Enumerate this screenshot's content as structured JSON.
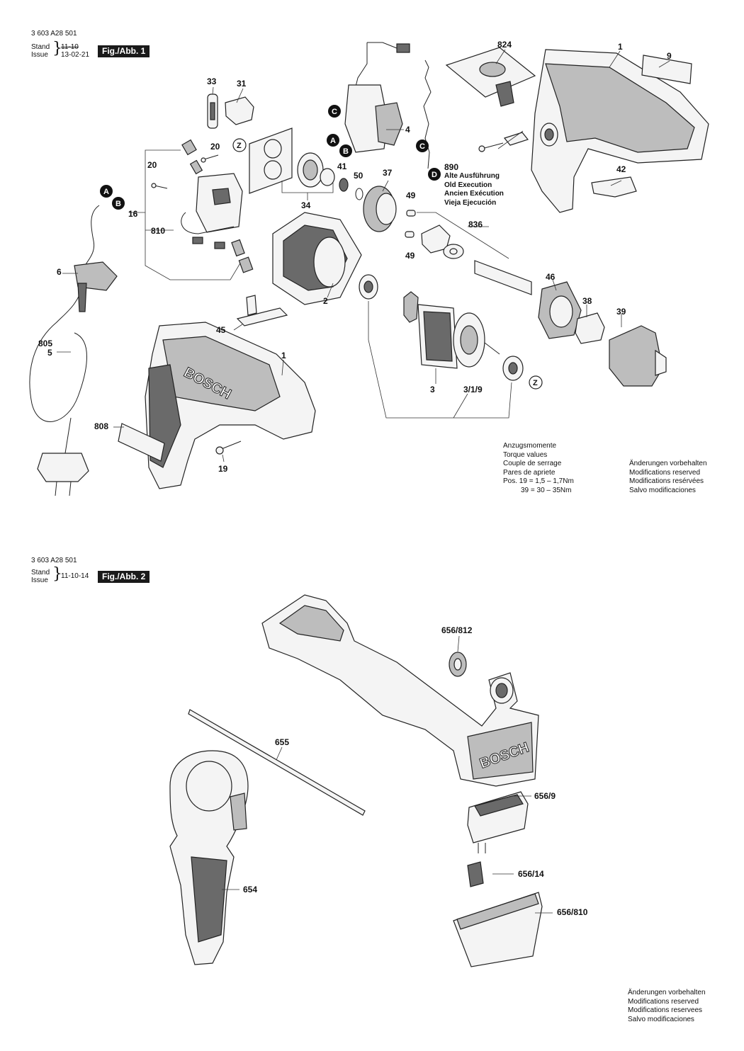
{
  "fig1": {
    "doc_number": "3 603 A28 501",
    "stand_label": "Stand",
    "issue_label": "Issue",
    "stand_date": "11-10",
    "issue_date": "13-02-21",
    "title": "Fig./Abb. 1",
    "old_execution": [
      "Alte Ausführung",
      "Old Execution",
      "Ancien Exécution",
      "Vieja Ejecución"
    ],
    "torque": {
      "lines": [
        "Anzugsmomente",
        "Torque values",
        "Couple de serrage",
        "Pares de apriete"
      ],
      "pos_line_1": "Pos. 19 = 1,5 – 1,7Nm",
      "pos_line_2": "39 = 30 – 35Nm"
    },
    "reserved": [
      "Änderungen vorbehalten",
      "Modifications reserved",
      "Modifications resérvées",
      "Salvo modificaciones"
    ],
    "parts": {
      "p824": "824",
      "p1a": "1",
      "p9": "9",
      "p33": "33",
      "p31": "31",
      "p4": "4",
      "p890": "890",
      "p20a": "20",
      "p20b": "20",
      "p41": "41",
      "p50": "50",
      "p37": "37",
      "p42": "42",
      "p16": "16",
      "p810": "810",
      "p34": "34",
      "p49a": "49",
      "p836": "836",
      "p49b": "49",
      "p6": "6",
      "p46": "46",
      "p2": "2",
      "p38": "38",
      "p39": "39",
      "p45": "45",
      "p805": "805",
      "p5": "5",
      "p1b": "1",
      "p3": "3",
      "p319": "3/1/9",
      "p808": "808",
      "p19": "19"
    },
    "markers": {
      "a": "A",
      "b": "B",
      "c": "C",
      "d": "D",
      "z": "Z"
    },
    "brand": "BOSCH"
  },
  "fig2": {
    "doc_number": "3 603 A28 501",
    "stand_label": "Stand",
    "issue_label": "Issue",
    "date": "11-10-14",
    "title": "Fig./Abb. 2",
    "parts": {
      "p656_812": "656/812",
      "p655": "655",
      "p656_9": "656/9",
      "p656_14": "656/14",
      "p654": "654",
      "p656_810": "656/810"
    },
    "reserved": [
      "Änderungen vorbehalten",
      "Modifications reserved",
      "Modifications reservees",
      "Salvo modificaciones"
    ],
    "brand": "BOSCH"
  }
}
